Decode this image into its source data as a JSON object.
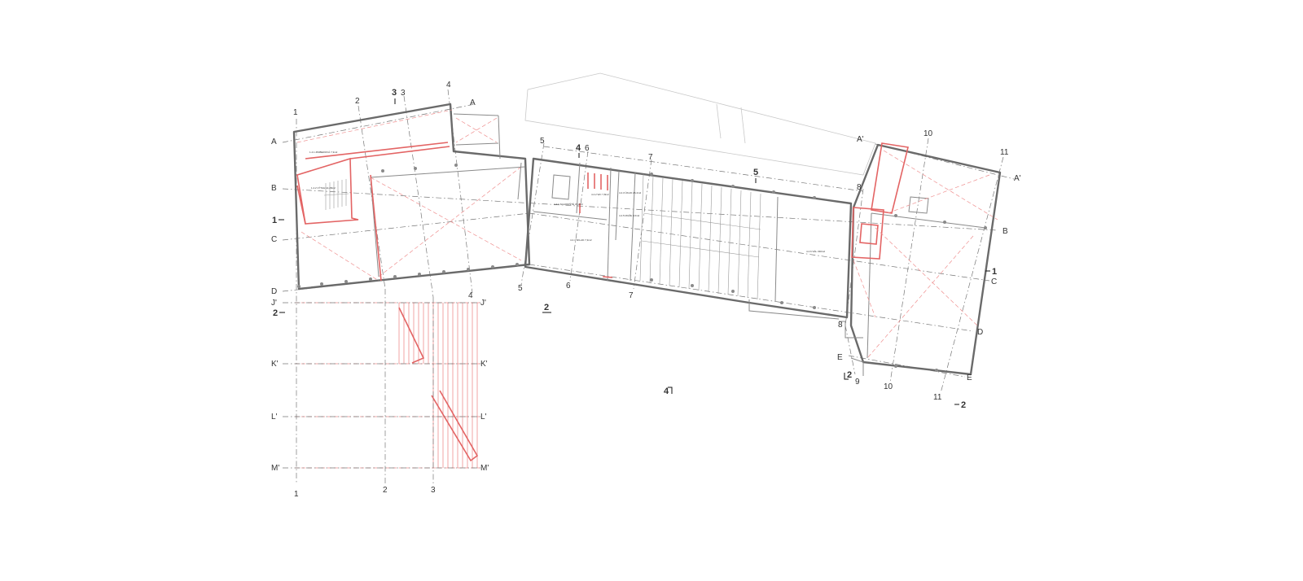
{
  "drawing": {
    "grid_labels": {
      "A": "A",
      "B": "B",
      "C": "C",
      "D": "D",
      "E": "E",
      "A_prime": "A'",
      "J_prime": "J'",
      "K_prime": "K'",
      "L_prime": "L'",
      "M_prime": "M'",
      "n1": "1",
      "n2": "2",
      "n3": "3",
      "n4": "4",
      "n5": "5",
      "n6": "6",
      "n7": "7",
      "n8": "8",
      "n9": "9",
      "n10": "10",
      "n11": "11"
    },
    "section_markers": {
      "s1": "1",
      "s2": "2",
      "s3": "3",
      "s4": "4",
      "s5": "5"
    },
    "room_labels": {
      "r1": "1.4.1 ZIMBEROVÁ 7,3m2",
      "r2": "1.4.2 VÝTAH 14,28m2",
      "r3": "4.4.1 SCHODIŠTĚ 37,2m2",
      "r4": "4.4.2 WC 7,8m2",
      "r5": "4.4.3 ÚKLID 26,4m2",
      "r6": "4.4.4 SKLAD 7,3m2",
      "r7": "4.4.5 MUŽE 9,6m2",
      "r8": "4.4.6 SÁL 330m2"
    }
  }
}
